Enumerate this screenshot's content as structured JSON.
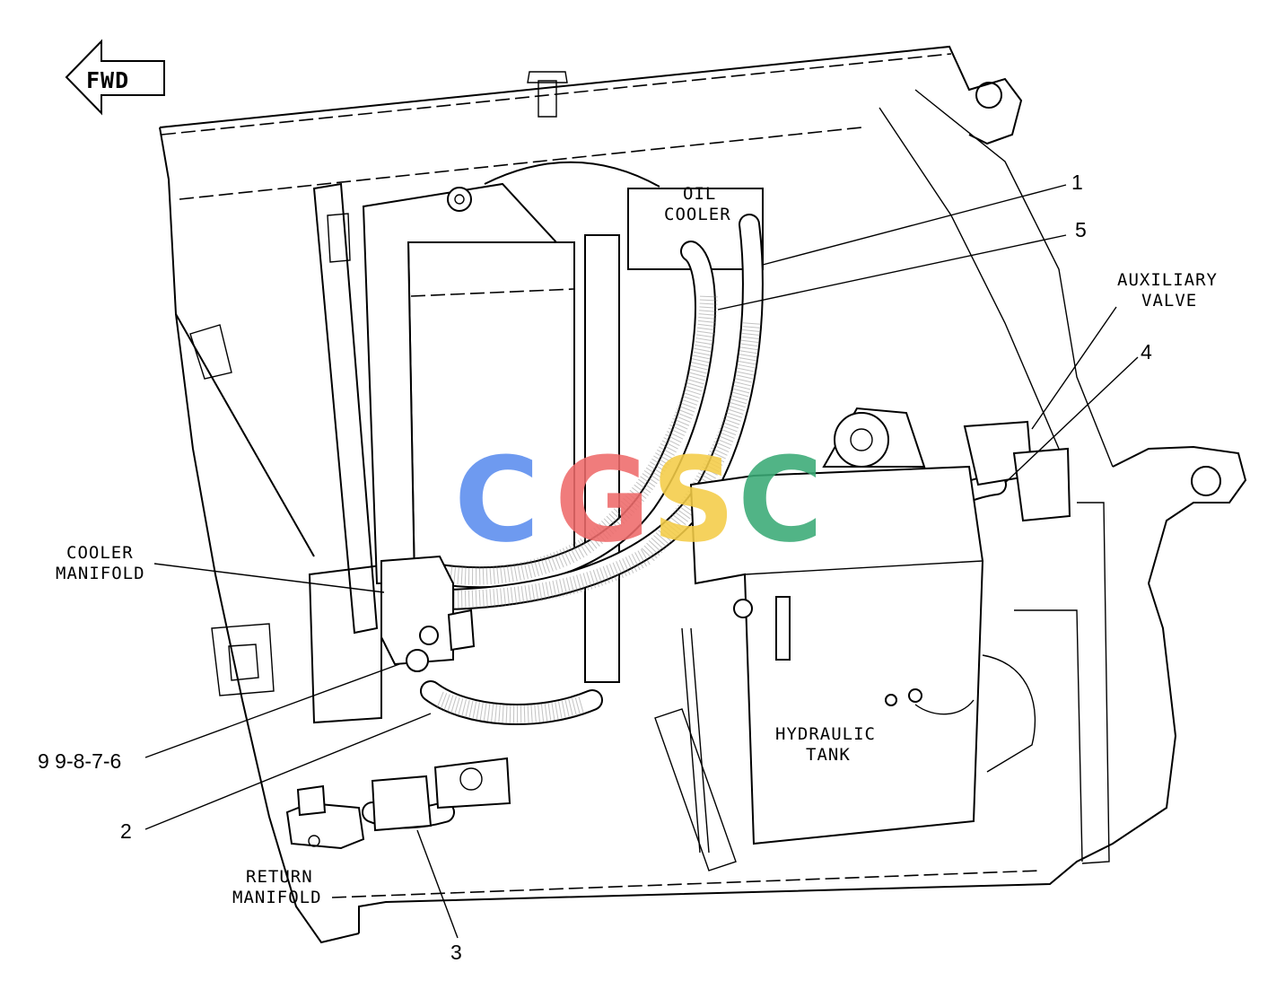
{
  "direction_arrow": {
    "label": "FWD"
  },
  "labels": {
    "oil_cooler": [
      "OIL",
      "COOLER"
    ],
    "auxiliary_valve": [
      "AUXILIARY",
      "VALVE"
    ],
    "cooler_manifold": [
      "COOLER",
      "MANIFOLD"
    ],
    "hydraulic_tank": [
      "HYDRAULIC",
      "TANK"
    ],
    "return_manifold": [
      "RETURN",
      "MANIFOLD"
    ]
  },
  "callouts": {
    "c1": "1",
    "c5": "5",
    "c4": "4",
    "c9876": "9 9-8-7-6",
    "c2": "2",
    "c3": "3"
  },
  "watermark": {
    "letters": [
      "C",
      "G",
      "S",
      "C"
    ],
    "colors": [
      "#5b8def",
      "#ee6b6b",
      "#f4cc47",
      "#3aaa76"
    ]
  }
}
